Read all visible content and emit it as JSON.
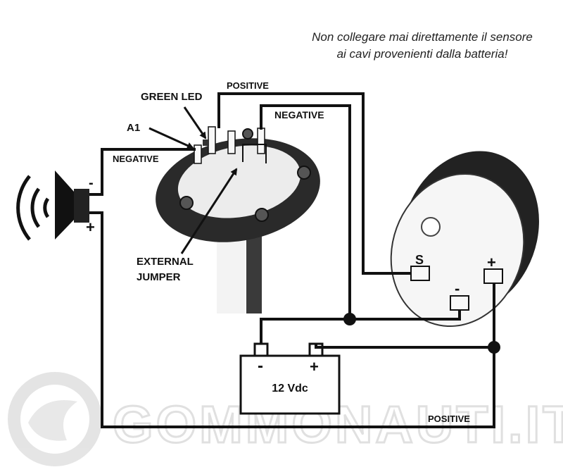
{
  "note": {
    "line1": "Non collegare mai direttamente il sensore",
    "line2": "ai cavi provenienti dalla batteria!"
  },
  "labels": {
    "positive_top": "POSITIVE",
    "green_led": "GREEN LED",
    "negative_top": "NEGATIVE",
    "a1": "A1",
    "negative_left": "NEGATIVE",
    "external": "EXTERNAL",
    "jumper": "JUMPER",
    "positive_bottom": "POSITIVE",
    "speaker_minus": "-",
    "speaker_plus": "+",
    "gauge_s": "S",
    "gauge_minus": "-",
    "gauge_plus": "+",
    "battery_minus": "-",
    "battery_plus": "+",
    "battery_voltage": "12 Vdc"
  },
  "watermark": {
    "text": "GOMMONAUTI.IT"
  },
  "colors": {
    "wire": "#111111",
    "sensor_body": "#2a2a2a",
    "watermark": "#d9d9d9"
  }
}
